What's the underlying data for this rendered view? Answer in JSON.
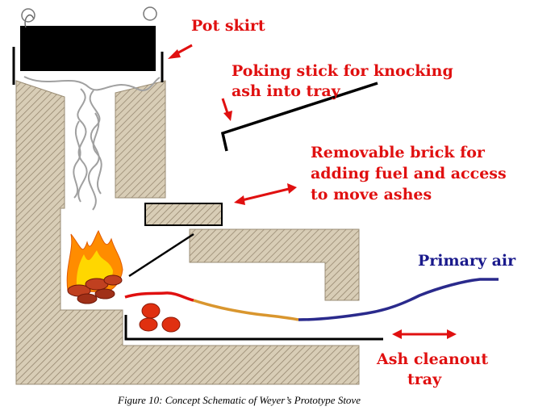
{
  "labels": {
    "pot_skirt": "Pot skirt",
    "poking_stick_line1": "Poking stick for knocking",
    "poking_stick_line2": "ash into tray",
    "removable_brick_line1": "Removable brick for",
    "removable_brick_line2": "adding fuel and access",
    "removable_brick_line3": "to move ashes",
    "primary_air": "Primary air",
    "ash_cleanout_line1": "Ash cleanout",
    "ash_cleanout_line2": "tray"
  },
  "caption": "Figure 10: Concept Schematic of Weyer’s Prototype  Stove",
  "colors": {
    "label_red": "#e01010",
    "label_blue": "#1a1a8c",
    "wall_hatch": "#c8bba3",
    "pot": "#000000",
    "air_red": "#e01010",
    "air_orange": "#d9962e",
    "air_blue": "#2a2a8c",
    "flame_orange": "#ff8c00",
    "flame_yellow": "#ffd700",
    "embers": "#e03010",
    "smoke": "#a0a0a0"
  }
}
